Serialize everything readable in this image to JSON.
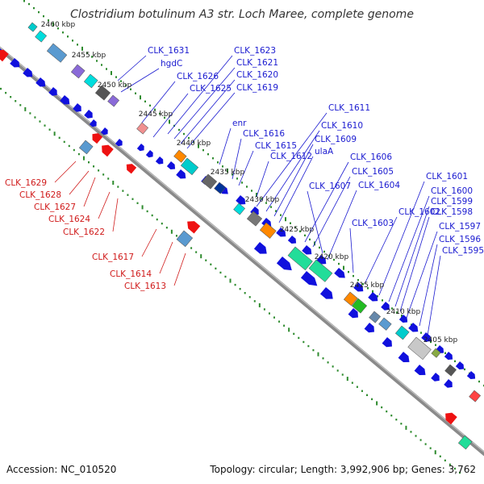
{
  "title": "Clostridium botulinum A3 str. Loch Maree, complete genome",
  "footer": {
    "accession": "Accession: NC_010520",
    "summary": "Topology: circular; Length: 3,992,906 bp; Genes: 3,762"
  },
  "colors": {
    "forward_cds": "#1010dd",
    "reverse_cds": "#ee1111",
    "backbone": "#888888",
    "ticks": "#2e8b2e",
    "label_blue": "#1a1ad0",
    "label_red": "#d01a1a"
  },
  "scale_kbp": [
    "2460 kbp",
    "2455 kbp",
    "2450 kbp",
    "2445 kbp",
    "2440 kbp",
    "2435 kbp",
    "2430 kbp",
    "2425 kbp",
    "2420 kbp",
    "2415 kbp",
    "2410 kbp",
    "2405 kbp"
  ],
  "blue_labels": [
    "CLK_1631",
    "hgdC",
    "CLK_1626",
    "CLK_1625",
    "CLK_1623",
    "CLK_1621",
    "CLK_1620",
    "CLK_1619",
    "enr",
    "CLK_1616",
    "CLK_1615",
    "CLK_1612",
    "CLK_1611",
    "CLK_1610",
    "CLK_1609",
    "ulaA",
    "CLK_1606",
    "CLK_1605",
    "CLK_1607",
    "CLK_1604",
    "CLK_1603",
    "CLK_1602",
    "CLK_1601",
    "CLK_1600",
    "CLK_1599",
    "CLK_1598",
    "CLK_1597",
    "CLK_1596",
    "CLK_1595"
  ],
  "red_labels": [
    "CLK_1629",
    "CLK_1628",
    "CLK_1627",
    "CLK_1624",
    "CLK_1622",
    "CLK_1617",
    "CLK_1614",
    "CLK_1613"
  ]
}
